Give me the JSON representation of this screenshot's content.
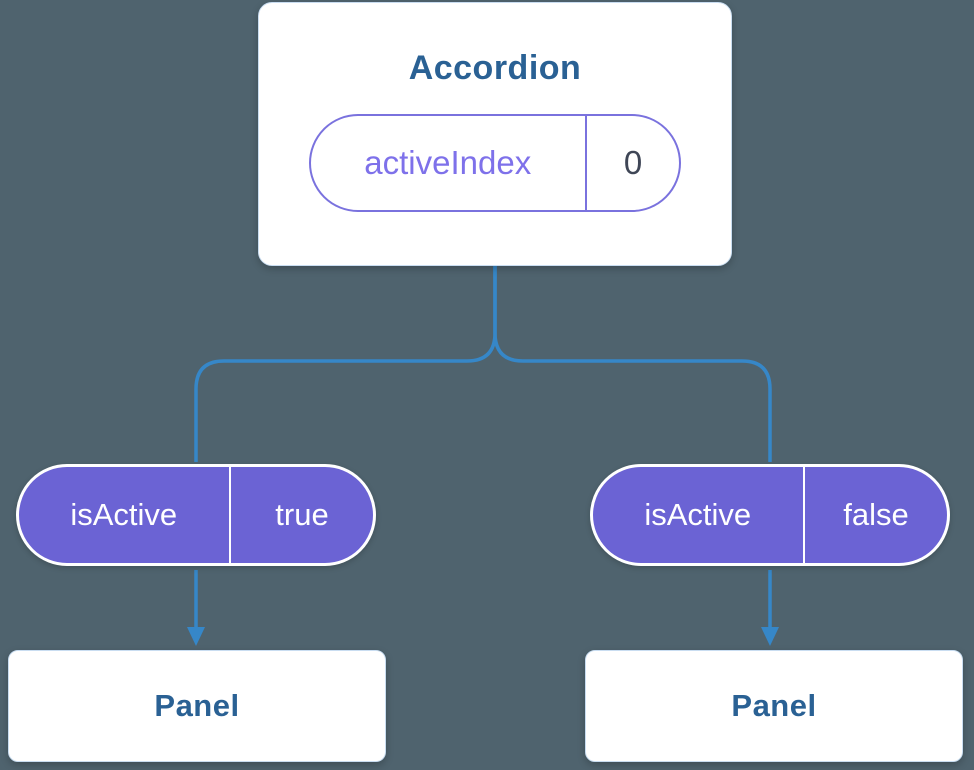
{
  "diagram": {
    "root": {
      "title": "Accordion",
      "prop": {
        "name": "activeIndex",
        "value": "0"
      }
    },
    "children": [
      {
        "state": {
          "name": "isActive",
          "value": "true"
        },
        "panel_label": "Panel"
      },
      {
        "state": {
          "name": "isActive",
          "value": "false"
        },
        "panel_label": "Panel"
      }
    ]
  },
  "colors": {
    "bg": "#4f636e",
    "card-bg": "#ffffff",
    "heading": "#2a6194",
    "pill-outline": "#7a72de",
    "prop-name": "#7e71ea",
    "prop-value": "#3f4656",
    "state-pill": "#6b63d4",
    "state-text": "#ffffff",
    "connector": "#3687c8"
  }
}
